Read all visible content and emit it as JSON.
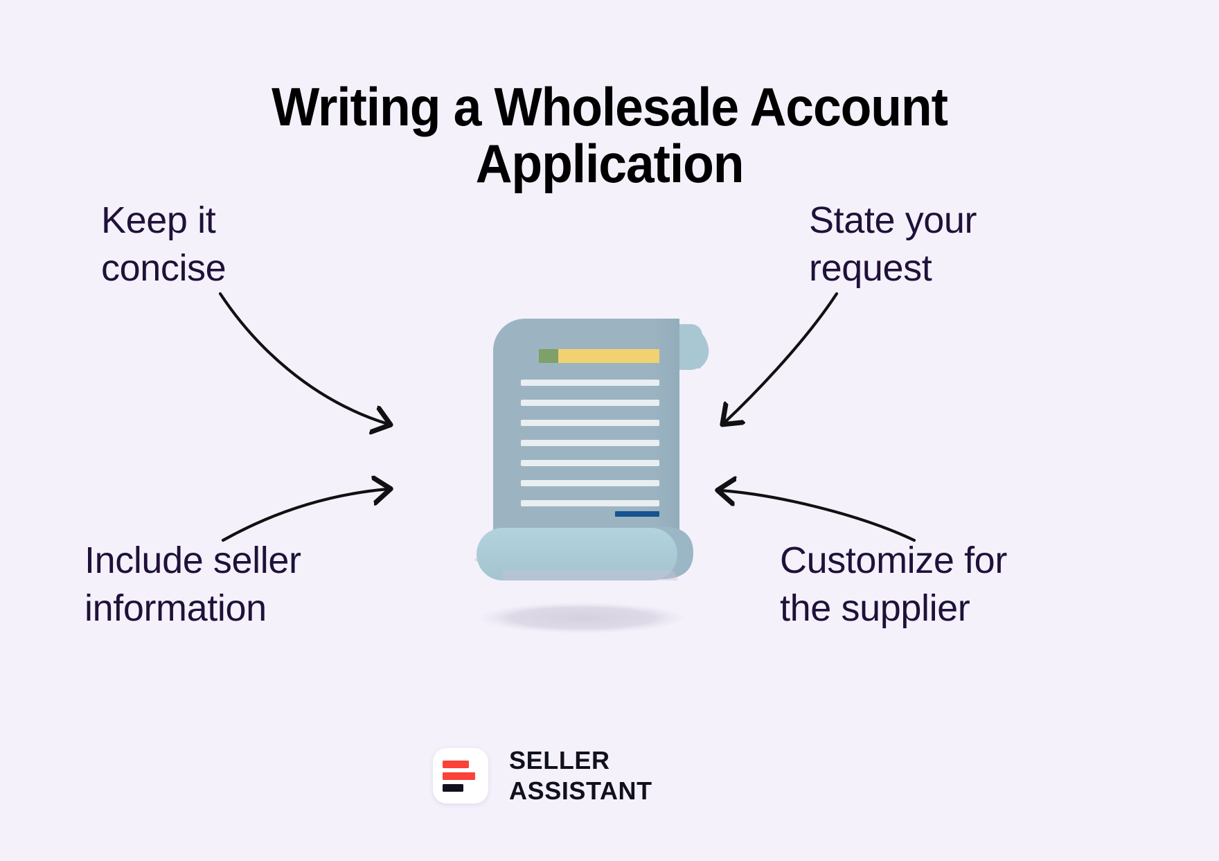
{
  "theme": {
    "background": "#f4f1fb",
    "title_color": "#000000",
    "label_color": "#1f1138",
    "arrow_color": "#111111",
    "doc_body": "#9cb4c2",
    "doc_roll": "#a9cbd6",
    "doc_line": "#e9eef0",
    "doc_header_green": "#7fa069",
    "doc_header_yellow": "#f2d170",
    "doc_signature": "#14538f",
    "shadow": "#d6d2de",
    "logo_red": "#fa4238",
    "logo_black": "#11101d",
    "logo_card": "#ffffff"
  },
  "header": {
    "title_line1": "Writing a Wholesale Account",
    "title_line2": "Application"
  },
  "callouts": [
    {
      "id": "keep-it-concise",
      "text": "Keep it\nconcise",
      "position": "top-left"
    },
    {
      "id": "state-your-request",
      "text": "State your\nrequest",
      "position": "top-right"
    },
    {
      "id": "include-seller-info",
      "text": "Include seller\ninformation",
      "position": "bottom-left"
    },
    {
      "id": "customize-for-supplier",
      "text": "Customize for\nthe supplier",
      "position": "bottom-right"
    }
  ],
  "illustration": {
    "name": "scroll-document",
    "text_lines": 7,
    "has_signature_line": true,
    "has_header_bar": true,
    "has_bottom_roll": true,
    "has_ground_shadow": true
  },
  "arrows": [
    {
      "id": "arrow-top-left",
      "from": "keep-it-concise",
      "to": "scroll-document",
      "direction": "right"
    },
    {
      "id": "arrow-bottom-left",
      "from": "include-seller-info",
      "to": "scroll-document",
      "direction": "right"
    },
    {
      "id": "arrow-top-right",
      "from": "state-your-request",
      "to": "scroll-document",
      "direction": "left"
    },
    {
      "id": "arrow-bottom-right",
      "from": "customize-for-supplier",
      "to": "scroll-document",
      "direction": "left"
    }
  ],
  "logo": {
    "mark_name": "seller-assistant-logo-mark",
    "line1": "SELLER",
    "line2": "ASSISTANT"
  }
}
